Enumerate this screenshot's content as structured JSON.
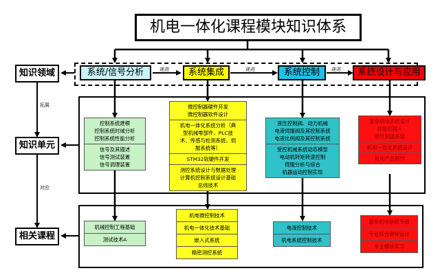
{
  "title": "机电一体化课程模块知识体系",
  "side_labels": {
    "knowledge_domain": "知识领域",
    "knowledge_unit": "知识单元",
    "related_courses": "相关课程",
    "expand": "拓展",
    "correspond": "对应"
  },
  "domains": [
    {
      "label": "系统/信号分析",
      "color": "#c8f4f8"
    },
    {
      "label": "系统集成",
      "color": "#ffff00"
    },
    {
      "label": "系统控制",
      "color": "#1ec0e8"
    },
    {
      "label": "系统设计与应用",
      "color": "#ff0000"
    }
  ],
  "progression_label": "递进",
  "knowledge_units": [
    {
      "domain": "系统/信号分析",
      "segments": [
        [
          "控制系统建模",
          "控制系统时域分析",
          "控制系统性能分析"
        ],
        [
          "信号及其描述",
          "信号测试装置",
          "信号调理装置"
        ]
      ]
    },
    {
      "domain": "系统集成",
      "segments": [
        [
          "微控制器硬件开发",
          "微控制器软件设计"
        ],
        [
          "机电一体化系统分析（典",
          "型机械零部件、PLC技",
          "术、传感与检测系统、伺",
          "服系统等）"
        ],
        [
          "STM32软硬件开发"
        ],
        [
          "测控系统设计与数据处理",
          "计算机控制系统设计基础",
          "总线技术"
        ]
      ]
    },
    {
      "domain": "系统控制",
      "segments": [
        [
          "液压控制阀、动力机械",
          "电液伺服阀及其控制系统",
          "电液比例阀及其控制系统"
        ],
        [
          "受控机械系统动态模型",
          "电动机转矩转速控制",
          "伺服分析与综合",
          "机器运动控制实现"
        ]
      ]
    },
    {
      "domain": "系统设计与应用",
      "segments": [
        [
          "复杂机电系统设计",
          "并联机器人",
          "柔性制造系统"
        ],
        [
          "机电一体化系统设计"
        ],
        [
          "机电产品制作"
        ]
      ]
    }
  ],
  "courses": [
    {
      "domain": "系统/信号分析",
      "items": [
        "机械控制工程基础",
        "测试技术A"
      ]
    },
    {
      "domain": "系统集成",
      "items": [
        "机电微控制技术",
        "机电一体化技术基础",
        "嵌入式系统",
        "精密测控系统"
      ]
    },
    {
      "domain": "系统控制",
      "items": [
        "电液控制技术",
        "机电系统控制技术"
      ]
    },
    {
      "domain": "系统设计与应用",
      "items": [
        "复杂机电系统专题",
        "专业综合课程设计",
        "专业模块实习"
      ]
    }
  ]
}
